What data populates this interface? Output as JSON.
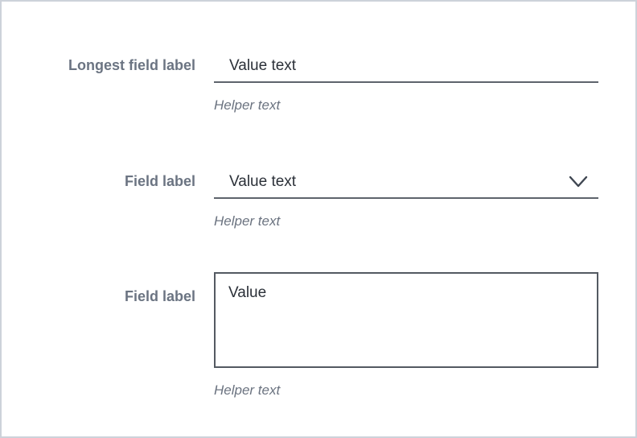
{
  "form": {
    "fields": [
      {
        "type": "text-input",
        "label": "Longest field label",
        "value": "Value text",
        "helper": "Helper text"
      },
      {
        "type": "select",
        "label": "Field label",
        "value": "Value text",
        "helper": "Helper text",
        "icon": "chevron-down-icon"
      },
      {
        "type": "textarea",
        "label": "Field label",
        "value": "Value",
        "helper": "Helper text"
      }
    ],
    "colors": {
      "panel_border": "#cdd2da",
      "label_text": "#6b7482",
      "value_text": "#2b3038",
      "input_underline": "#5e646c",
      "textarea_border": "#545a62",
      "helper_text": "#6b7380",
      "chevron": "#3f4651"
    }
  }
}
